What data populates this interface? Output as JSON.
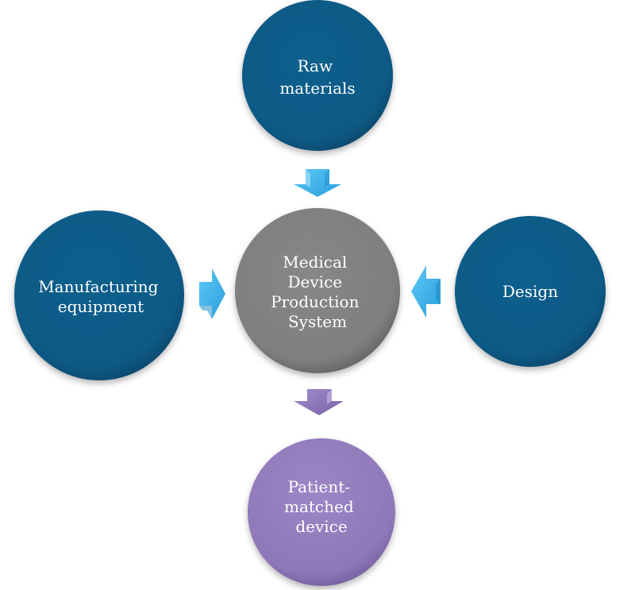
{
  "diagram": {
    "title": "Medical Device Production System",
    "colors": {
      "input_node": "#0f5a86",
      "center_node": "#808080",
      "output_node": "#8f78b8",
      "input_arrow": "#3cb4ec",
      "output_arrow": "#8a74b6",
      "label": "#ffffff"
    },
    "nodes": {
      "raw_materials": {
        "lines": [
          "Raw",
          "materials"
        ]
      },
      "manufacturing_equipment": {
        "lines": [
          "Manufacturing",
          "equipment"
        ]
      },
      "design": {
        "lines": [
          "Design"
        ]
      },
      "center": {
        "lines": [
          "Medical",
          "Device",
          "Production",
          "System"
        ]
      },
      "output": {
        "lines": [
          "Patient-",
          "matched",
          "device"
        ]
      }
    },
    "edges": [
      {
        "from": "Raw materials",
        "to": "Medical Device Production System",
        "direction": "down"
      },
      {
        "from": "Manufacturing equipment",
        "to": "Medical Device Production System",
        "direction": "right"
      },
      {
        "from": "Design",
        "to": "Medical Device Production System",
        "direction": "left"
      },
      {
        "from": "Medical Device Production System",
        "to": "Patient-matched device",
        "direction": "down"
      }
    ]
  }
}
